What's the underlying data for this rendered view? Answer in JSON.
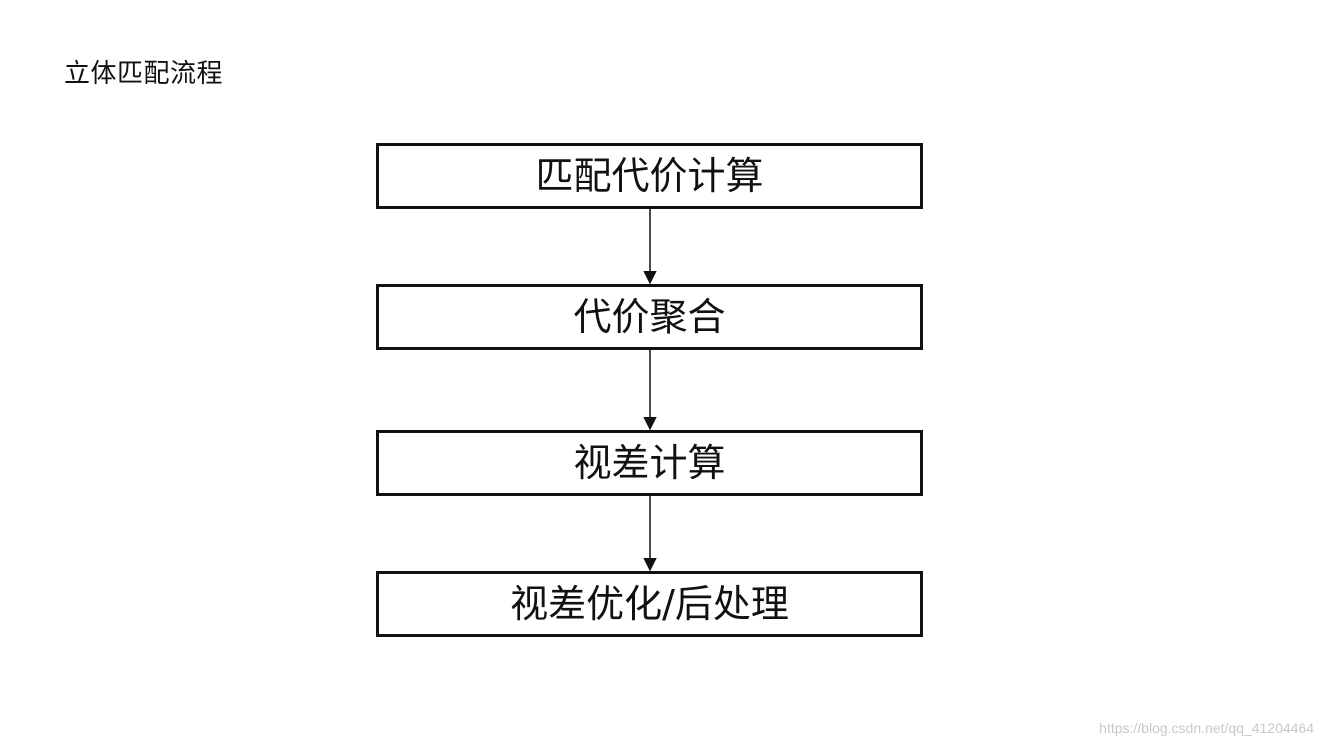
{
  "title": "立体匹配流程",
  "steps": [
    {
      "label": "匹配代价计算"
    },
    {
      "label": "代价聚合"
    },
    {
      "label": "视差计算"
    },
    {
      "label": "视差优化/后处理"
    }
  ],
  "watermark": "https://blog.csdn.net/qq_41204464",
  "colors": {
    "stroke": "#111111",
    "background": "#ffffff",
    "watermark": "#c8c8c8"
  }
}
